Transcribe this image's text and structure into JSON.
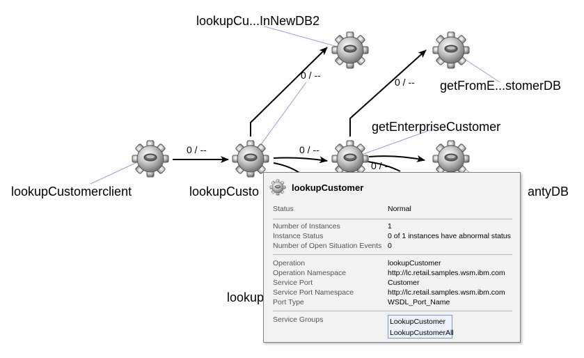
{
  "nodes": {
    "lookupCustomerclient": "lookupCustomerclient",
    "lookupCustomer_partial": "lookupCusto",
    "lookupCustomerInNewDB2": "lookupCu...InNewDB2",
    "getFromEnterpriseCustomerDB": "getFromE...stomerDB",
    "getEnterpriseCustomer": "getEnterpriseCustomer",
    "warrantyDB_partial": "antyDB",
    "lookup_partial": "lookup"
  },
  "edges": {
    "client_to_lookup": "0 / --",
    "lookup_to_newdb2": "0 / --",
    "lookup_to_getenterprise": "0 / --",
    "getenterprise_to_getfrom": "0 / --",
    "getenterprise_to_warranty": "0 / --"
  },
  "tooltip": {
    "title": "lookupCustomer",
    "status_label": "Status",
    "status_value": "Normal",
    "instances_label": "Number of Instances",
    "instances_value": "1",
    "instance_status_label": "Instance Status",
    "instance_status_value": "0 of 1 instances have abnormal status",
    "open_events_label": "Number of Open Situation Events",
    "open_events_value": "0",
    "operation_label": "Operation",
    "operation_value": "lookupCustomer",
    "operation_ns_label": "Operation Namespace",
    "operation_ns_value": "http://lc.retail.samples.wsm.ibm.com",
    "service_port_label": "Service Port",
    "service_port_value": "Customer",
    "service_port_ns_label": "Service Port Namespace",
    "service_port_ns_value": "http://lc.retail.samples.wsm.ibm.com",
    "port_type_label": "Port Type",
    "port_type_value": "WSDL_Port_Name",
    "service_groups_label": "Service Groups",
    "service_groups": [
      "LookupCustomer",
      "LookupCustomerAll"
    ]
  },
  "colors": {
    "edge": "#000000",
    "label_link": "#9a9ae0",
    "tooltip_bg": "#f2f2f2"
  }
}
